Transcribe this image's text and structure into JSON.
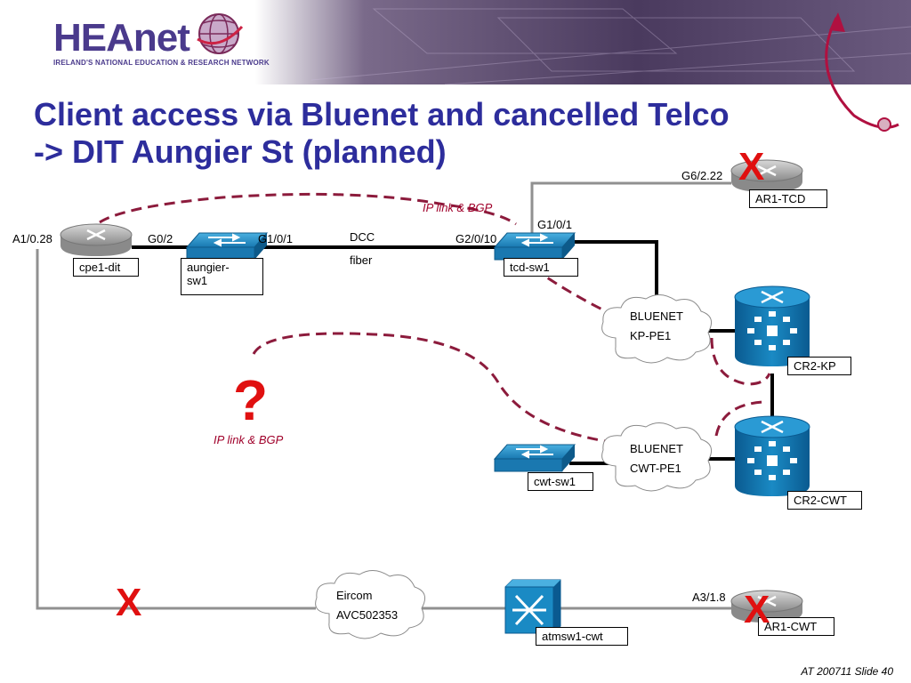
{
  "header": {
    "logo_text": "HEAnet",
    "logo_tagline": "IRELAND'S NATIONAL EDUCATION & RESEARCH NETWORK"
  },
  "title": {
    "line1": "Client access via Bluenet and cancelled Telco",
    "line2": "-> DIT Aungier St (planned)"
  },
  "devices": {
    "cpe1_dit": "cpe1-dit",
    "aungier_sw1": "aungier-\nsw1",
    "tcd_sw1": "tcd-sw1",
    "ar1_tcd": "AR1-TCD",
    "cr2_kp": "CR2-KP",
    "cr2_cwt": "CR2-CWT",
    "cwt_sw1": "cwt-sw1",
    "atmsw1_cwt": "atmsw1-cwt",
    "ar1_cwt": "AR1-CWT"
  },
  "interfaces": {
    "a1_0_28": "A1/0.28",
    "g0_2": "G0/2",
    "g1_0_1_left": "G1/0/1",
    "g2_0_10": "G2/0/10",
    "g1_0_1_right": "G1/0/1",
    "g6_2_22": "G6/2.22",
    "a3_1_8": "A3/1.8"
  },
  "link_labels": {
    "dcc": "DCC",
    "fiber": "fiber",
    "ip_link_top": "IP link & BGP",
    "ip_link_mid": "IP link & BGP"
  },
  "clouds": {
    "bluenet_kp": {
      "line1": "BLUENET",
      "line2": "KP-PE1"
    },
    "bluenet_cwt": {
      "line1": "BLUENET",
      "line2": "CWT-PE1"
    },
    "eircom": {
      "line1": "Eircom",
      "line2": "AVC502353"
    }
  },
  "marks": {
    "x": "X",
    "question": "?"
  },
  "footer": "AT 200711 Slide 40",
  "colors": {
    "title": "#2d2d9c",
    "dashed_link": "#8c1b3c",
    "x_mark": "#e01010",
    "switch_blue": "#1f8fc8",
    "router_grey": "#9a9a9a"
  }
}
